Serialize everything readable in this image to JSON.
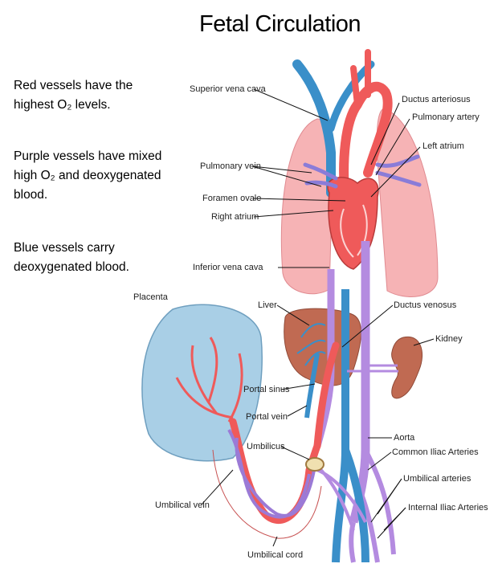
{
  "title": "Fetal Circulation",
  "notes": {
    "red": [
      "Red vessels have the",
      "highest O₂ levels."
    ],
    "purple": [
      "Purple vessels have mixed",
      "high O₂ and deoxygenated",
      "blood."
    ],
    "blue": [
      "Blue vessels carry",
      "deoxygenated blood."
    ]
  },
  "labels": {
    "superior_vena_cava": "Superior vena cava",
    "ductus_arteriosus": "Ductus arteriosus",
    "pulmonary_artery": "Pulmonary artery",
    "left_atrium": "Left atrium",
    "pulmonary_vein": "Pulmonary vein",
    "foramen_ovale": "Foramen ovale",
    "right_atrium": "Right atrium",
    "inferior_vena_cava": "Inferior vena cava",
    "placenta": "Placenta",
    "liver": "Liver",
    "ductus_venosus": "Ductus venosus",
    "kidney": "Kidney",
    "portal_sinus": "Portal sinus",
    "portal_vein": "Portal vein",
    "umbilicus": "Umbilicus",
    "aorta": "Aorta",
    "common_iliac_arteries": "Common Iliac Arteries",
    "umbilical_arteries": "Umbilical arteries",
    "internal_iliac_arteries": "Internal Iliac Arteries",
    "umbilical_vein": "Umbilical vein",
    "umbilical_cord": "Umbilical cord"
  },
  "colors": {
    "oxygenated": "#ef5a5a",
    "mixed": "#b48be0",
    "deoxygenated": "#3a8fc9",
    "lung": "#f6b3b5",
    "liver": "#c06a52",
    "placenta": "#a9cfe6"
  }
}
